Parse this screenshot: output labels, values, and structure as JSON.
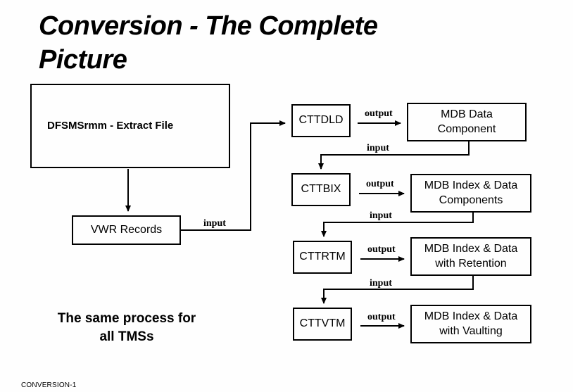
{
  "slide": {
    "title": "Conversion - The Complete\nPicture",
    "footer": "CONVERSION-1",
    "note": "The same process for\nall TMSs",
    "background_color": "#fefefe",
    "line_color": "#000000"
  },
  "boxes": {
    "extract": "DFSMSrmm - Extract File",
    "vwr": "VWR Records",
    "cttdld": "CTTDLD",
    "cttbix": "CTTBIX",
    "cttrtm": "CTTRTM",
    "cttvtm": "CTTVTM",
    "mdb1": "MDB Data\nComponent",
    "mdb2": "MDB Index & Data\nComponents",
    "mdb3": "MDB Index & Data\nwith Retention",
    "mdb4": "MDB Index & Data\nwith Vaulting"
  },
  "edges": {
    "vwr_input": "input",
    "output1": "output",
    "output2": "output",
    "output3": "output",
    "output4": "output",
    "input1": "input",
    "input2": "input",
    "input3": "input"
  }
}
